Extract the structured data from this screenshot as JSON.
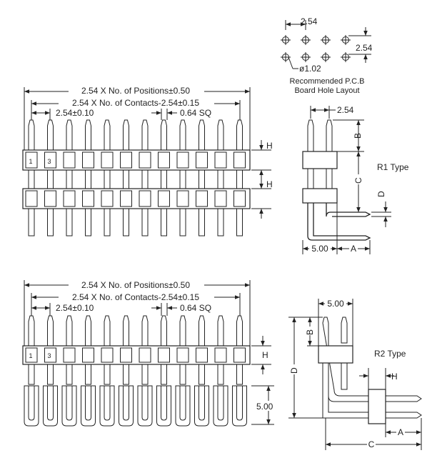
{
  "hole_layout": {
    "pitch_x": "2.54",
    "pitch_y": "2.54",
    "hole_dia": "ø1.02",
    "caption_line1": "Recommended P.C.B",
    "caption_line2": "Board Hole Layout"
  },
  "r1_front": {
    "dim_positions": "2.54 X No. of Positions±0.50",
    "dim_contacts": "2.54 X No. of Contacts-2.54±0.15",
    "dim_pitch": "2.54±0.10",
    "dim_sq": "0.64 SQ",
    "pin_label_1": "1",
    "pin_label_3": "3",
    "h_upper": "H",
    "h_lower": "H"
  },
  "r1_side": {
    "dim_pitch": "2.54",
    "label_b": "B",
    "label_c": "C",
    "label_d": "D",
    "dim_5": "5.00",
    "label_a": "A",
    "type_label": "R1 Type"
  },
  "r2_front": {
    "dim_positions": "2.54 X No. of Positions±0.50",
    "dim_contacts": "2.54 X No. of Contacts-2.54±0.15",
    "dim_pitch": "2.54±0.10",
    "dim_sq": "0.64 SQ",
    "pin_label_1": "1",
    "pin_label_3": "3",
    "h_label": "H",
    "dim_5": "5.00"
  },
  "r2_side": {
    "dim_5": "5.00",
    "label_b": "B",
    "label_d": "D",
    "label_h": "H",
    "label_a": "A",
    "label_c": "C",
    "type_label": "R2 Type"
  }
}
